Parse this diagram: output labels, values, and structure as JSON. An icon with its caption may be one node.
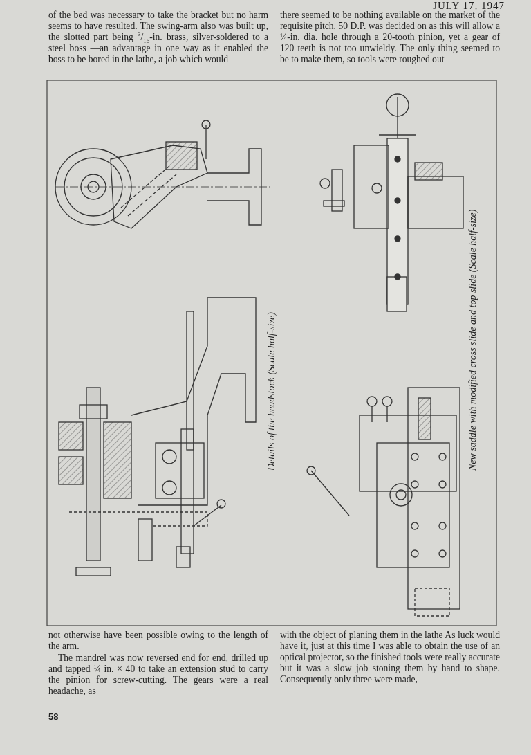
{
  "diagram": {
    "labels": [
      "JULY 17, 1947",
      "of the bed was necessary to take the bracket but no harm seems to have resulted. The swing-arm also was built up, the slotted part being $^{3}$/$_{16}$-in. brass, silver-soldered to a steel boss —an advantage in one way as it enabled the boss to be bored in the lathe, a job which would",
      "there seemed to be nothing available on the market of the requisite pitch. 50 D.P. was decided on as this will allow a ¼-in. dia. hole through a 20-tooth pinion, yet a gear of 120 teeth is not too unwieldy. The only thing seemed to be to make them, so tools were roughed out",
      "Details of the headstock (Scale half-size)",
      "New saddle with modified cross slide and top slide (Scale half-size)",
      "not otherwise have been possible owing to the length of the arm.",
      "The mandrel was now reversed end for end, drilled up and tapped ¼ in. × 40 to take an extension stud to carry the pinion for screw-cutting. The gears were a real headache, as",
      "with the object of planing them in the lathe As luck would have it, just at this time I was able to obtain the use of an optical projector, so the finished tools were really accurate but it was a slow job stoning them by hand to shape. Consequently only three were made,",
      "58"
    ]
  }
}
